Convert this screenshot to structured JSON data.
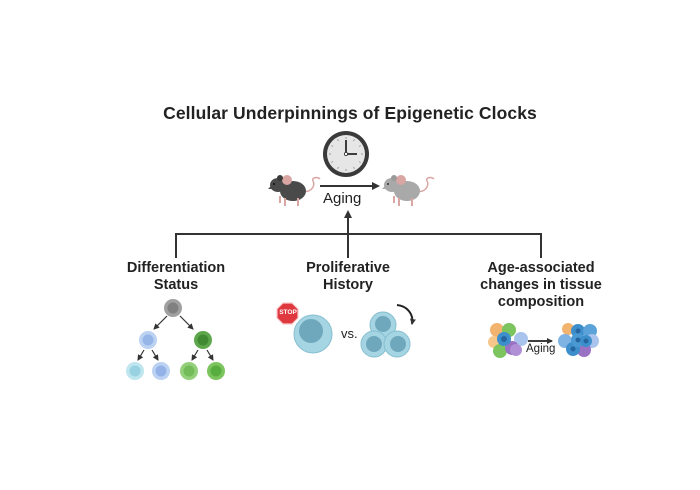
{
  "title": "Cellular Underpinnings of Epigenetic Clocks",
  "top": {
    "clock_icon": "clock-icon",
    "young_mouse_icon": "dark-mouse-icon",
    "old_mouse_icon": "gray-mouse-icon",
    "arrow_label": "Aging"
  },
  "branches": [
    {
      "heading_line1": "Differentiation",
      "heading_line2": "Status",
      "heading_line3": "",
      "illustration": "cell-lineage-tree"
    },
    {
      "heading_line1": "Proliferative",
      "heading_line2": "History",
      "heading_line3": "",
      "illustration": "stop-cell-vs-dividing-cells",
      "stop_sign_text": "STOP",
      "vs_text": "vs."
    },
    {
      "heading_line1": "Age-associated",
      "heading_line2": "changes in tissue",
      "heading_line3": "composition",
      "illustration": "tissue-cluster-shift",
      "arrow_label": "Aging"
    }
  ],
  "colors": {
    "line": "#333333",
    "gray_cell": "#8d8d8d",
    "light_blue_cell": "#a9c4ec",
    "cyan_cell": "#a8dbe8",
    "dark_green_cell": "#4f9a3f",
    "light_green_cell": "#7cc45d",
    "prolif_cell": "#8cc6d6",
    "stop_red": "#e0383f",
    "orange_cell": "#f2b36e",
    "blue_cell": "#3d8fcc",
    "purple_cell": "#9a72c4",
    "mouse_dark": "#4a4a4a",
    "mouse_gray": "#a9a9a9",
    "mouse_pink": "#d9a6a4"
  }
}
